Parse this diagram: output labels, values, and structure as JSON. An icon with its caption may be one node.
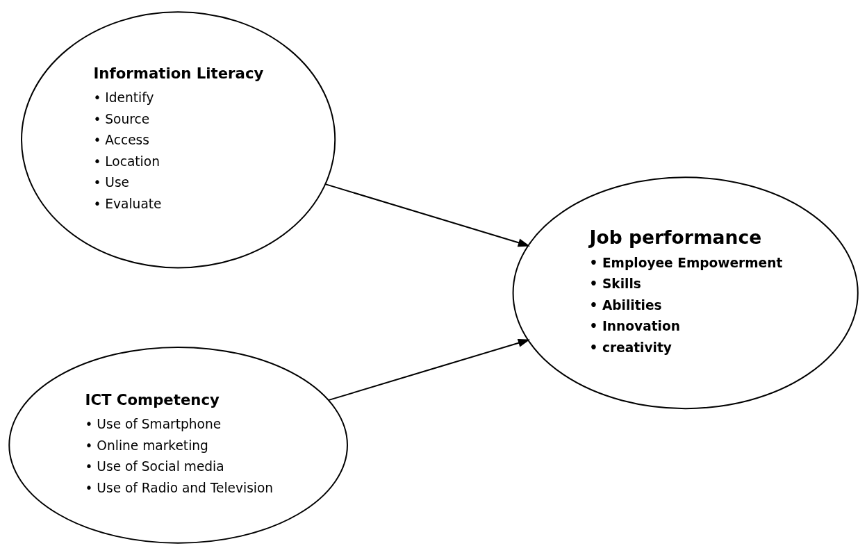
{
  "diagram": {
    "nodes": [
      {
        "text": [
          "Information Literacy",
          "• Identify",
          "• Source",
          "• Access",
          "• Location",
          "• Use",
          "• Evaluate"
        ]
      },
      {
        "text": [
          "ICT Competency",
          "• Use of Smartphone",
          "• Online marketing",
          "• Use of Social media",
          "• Use of Radio and Television"
        ]
      },
      {
        "text": [
          "Job performance",
          "• Employee Empowerment",
          "• Skills",
          "• Abilities",
          "• Innovation",
          "• creativity"
        ]
      }
    ],
    "edges": [
      {
        "from": 0,
        "to": 2,
        "arrow": "to"
      },
      {
        "from": 1,
        "to": 2,
        "arrow": "to"
      }
    ]
  }
}
